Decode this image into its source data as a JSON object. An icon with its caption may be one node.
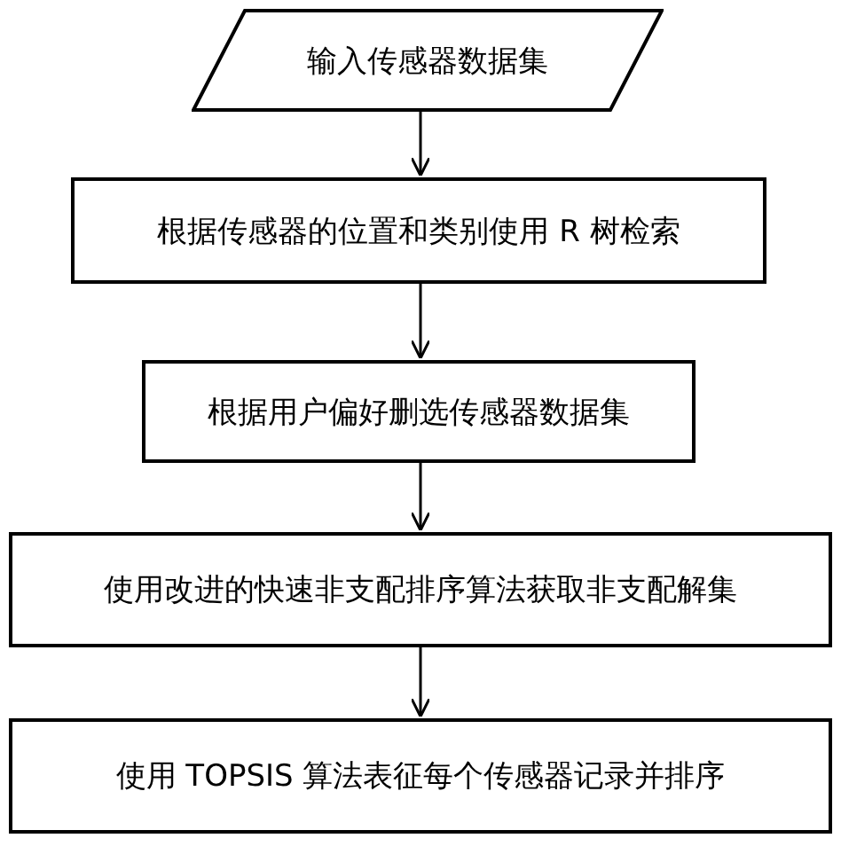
{
  "diagram": {
    "nodes": [
      {
        "text": [
          "输入传感器数据集"
        ]
      },
      {
        "text": [
          "根据传感器的位置和类别使用 R 树检索"
        ]
      },
      {
        "text": [
          "根据用户偏好删选传感器数据集"
        ]
      },
      {
        "text": [
          "使用改进的快速非支配排序算法获取非支配解集"
        ]
      },
      {
        "text": [
          "使用 TOPSIS 算法表征每个传感器记录并排序"
        ]
      }
    ],
    "edges": [
      {
        "from": 0,
        "to": 1,
        "arrow": "to"
      },
      {
        "from": 1,
        "to": 2,
        "arrow": "to"
      },
      {
        "from": 2,
        "to": 3,
        "arrow": "to"
      },
      {
        "from": 3,
        "to": 4,
        "arrow": "to"
      }
    ]
  }
}
